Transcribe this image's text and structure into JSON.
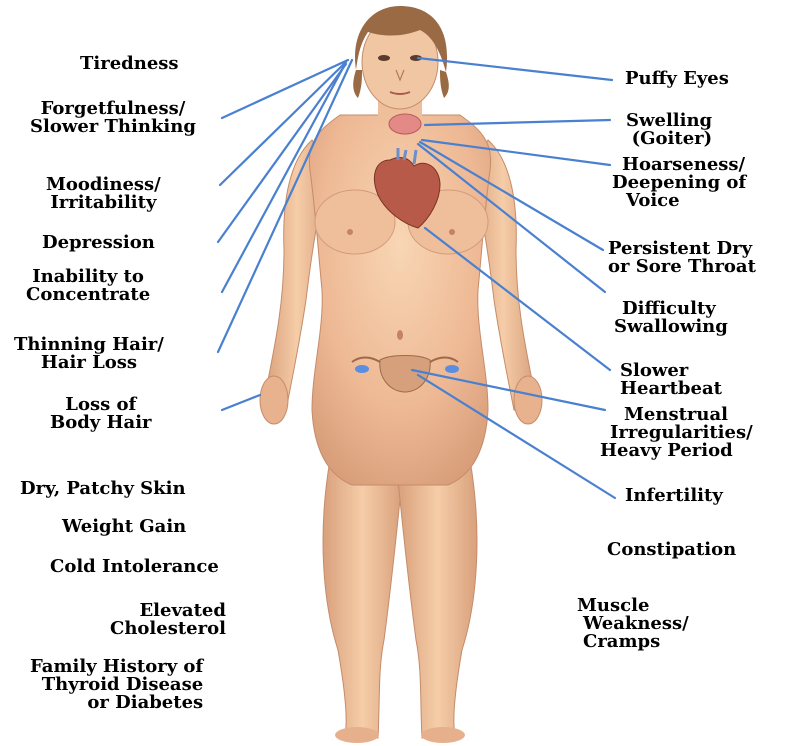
{
  "colors": {
    "background": "#ffffff",
    "leader_line": "#4a80d0",
    "skin_light": "#f6cfaa",
    "skin_mid": "#eab28b",
    "skin_dark": "#c98e6c",
    "hair": "#9a6a44",
    "heart": "#b85a4a",
    "thyroid": "#e38a86",
    "uterus": "#d6a07c",
    "ovary": "#5a8ee0"
  },
  "labels": {
    "tiredness": [
      "Tiredness"
    ],
    "forgetfulness": [
      "Forgetfulness/",
      "Slower Thinking"
    ],
    "moodiness": [
      "Moodiness/",
      "Irritability"
    ],
    "depression": [
      "Depression"
    ],
    "inability": [
      "Inability to",
      "Concentrate"
    ],
    "thinning_hair": [
      "Thinning Hair/",
      "Hair Loss"
    ],
    "body_hair": [
      "Loss of",
      "Body Hair"
    ],
    "dry_skin": [
      "Dry, Patchy Skin"
    ],
    "weight_gain": [
      "Weight Gain"
    ],
    "cold": [
      "Cold Intolerance"
    ],
    "cholesterol": [
      "Elevated",
      "Cholesterol"
    ],
    "family_history": [
      "Family History of",
      "Thyroid Disease",
      "or Diabetes"
    ],
    "puffy_eyes": [
      "Puffy Eyes"
    ],
    "swelling": [
      "Swelling",
      "(Goiter)"
    ],
    "hoarseness": [
      "Hoarseness/",
      "Deepening of",
      "Voice"
    ],
    "throat": [
      "Persistent Dry",
      "or Sore Throat"
    ],
    "swallowing": [
      "Difficulty",
      "Swallowing"
    ],
    "heartbeat": [
      "Slower",
      "Heartbeat"
    ],
    "menstrual": [
      "Menstrual",
      "Irregularities/",
      "Heavy Period"
    ],
    "infertility": [
      "Infertility"
    ],
    "constipation": [
      "Constipation"
    ],
    "muscle": [
      "Muscle",
      "Weakness/",
      "Cramps"
    ]
  }
}
